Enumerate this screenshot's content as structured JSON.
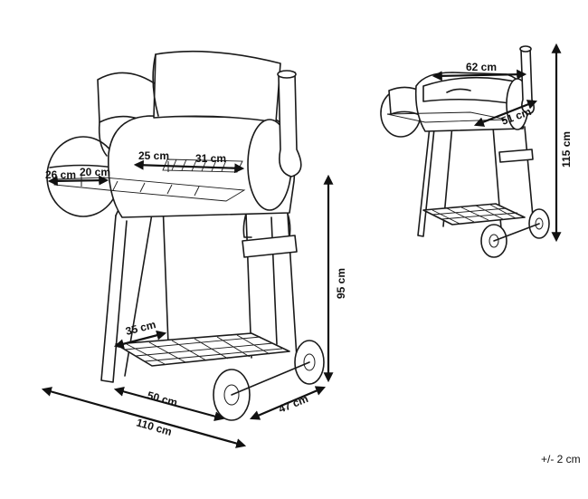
{
  "dimensions": {
    "main_width": "110 cm",
    "main_depth": "47 cm",
    "main_height": "95 cm",
    "shelf_width": "50 cm",
    "shelf_depth": "35 cm",
    "side_box_width": "26 cm",
    "side_box_depth": "20 cm",
    "chamber_grate_depth": "25 cm",
    "chamber_grate_width": "31 cm",
    "small_top_width": "62 cm",
    "small_top_depth": "51 cm",
    "small_total_height": "115 cm"
  },
  "tolerance": "+/- 2 cm"
}
